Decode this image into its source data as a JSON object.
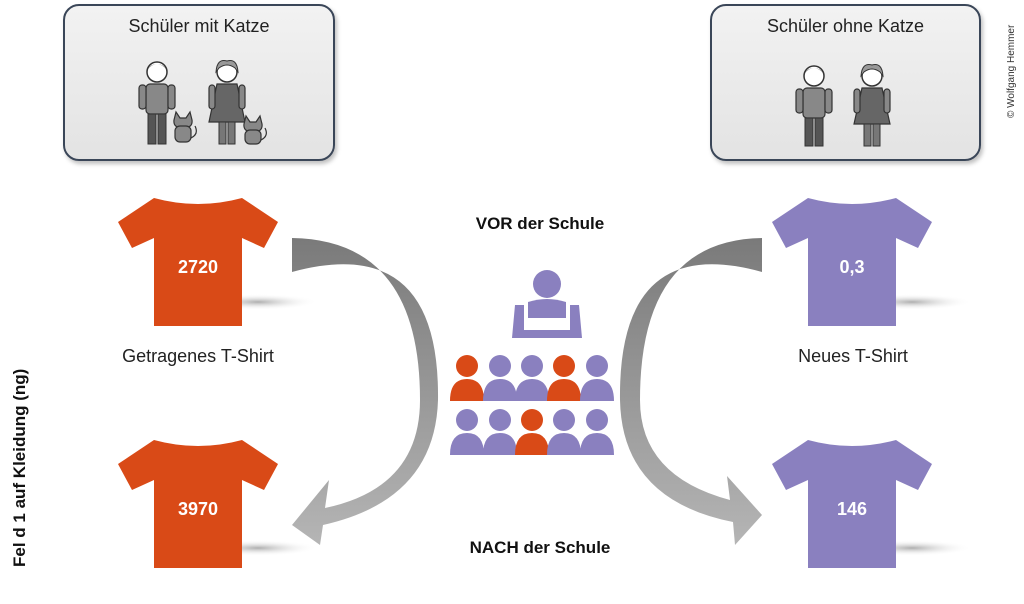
{
  "groups": {
    "with_cat": {
      "title": "Schüler mit Katze"
    },
    "without_cat": {
      "title": "Schüler ohne Katze"
    }
  },
  "shirts": {
    "worn_before": {
      "value": "2720",
      "color": "#d94a17"
    },
    "worn_after": {
      "value": "3970",
      "color": "#d94a17"
    },
    "new_before": {
      "value": "0,3",
      "color": "#8a80bf"
    },
    "new_after": {
      "value": "146",
      "color": "#8a80bf"
    }
  },
  "labels": {
    "worn_shirt": "Getragenes T-Shirt",
    "new_shirt": "Neues T-Shirt",
    "before_school": "VOR der Schule",
    "after_school": "NACH der Schule"
  },
  "axis": {
    "ylabel": "Fel d 1 auf Kleidung (ng)"
  },
  "copyright": "© Wolfgang Hemmer",
  "colors": {
    "cat_owner": "#d94a17",
    "non_owner": "#8a80bf",
    "arrow": "#8f8f8f",
    "person_icon": "#666666"
  }
}
